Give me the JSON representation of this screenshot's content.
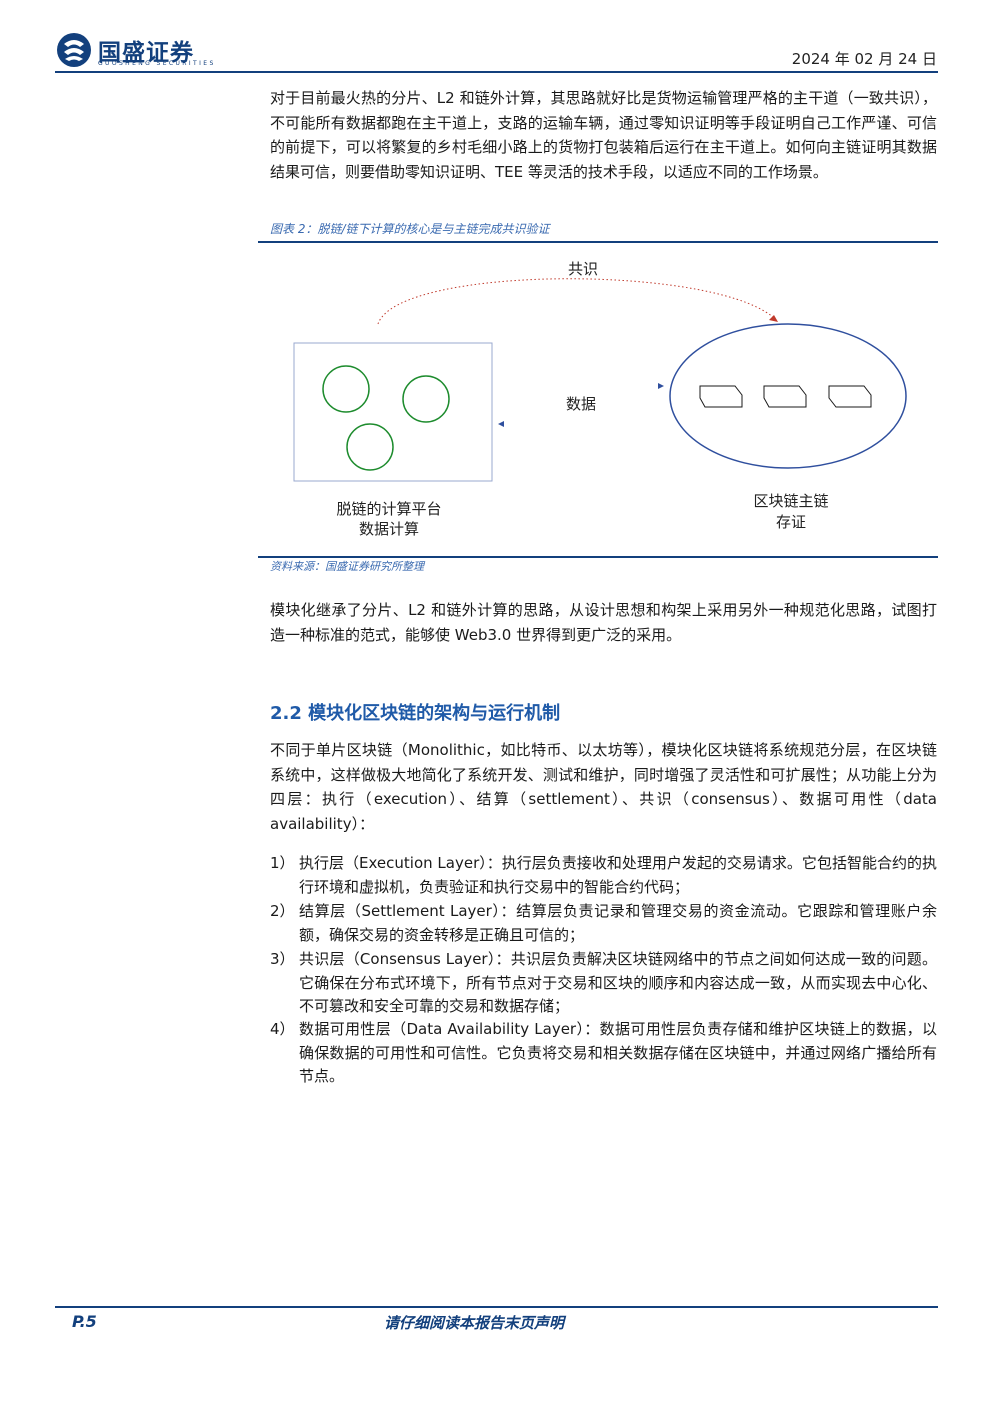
{
  "header": {
    "brand": "国盛证券",
    "brand_sub": "GUOSHENG SECURITIES",
    "date": "2024 年 02 月 24 日"
  },
  "intro_paragraph": "对于目前最火热的分片、L2 和链外计算，其思路就好比是货物运输管理严格的主干道（一致共识），不可能所有数据都跑在主干道上，支路的运输车辆，通过零知识证明等手段证明自己工作严谨、可信的前提下，可以将繁复的乡村毛细小路上的货物打包装箱后运行在主干道上。如何向主链证明其数据结果可信，则要借助零知识证明、TEE 等灵活的技术手段，以适应不同的工作场景。",
  "figure": {
    "caption": "图表 2：脱链/链下计算的核心是与主链完成共识验证",
    "label_consensus": "共识",
    "label_data": "数据",
    "left_label_line1": "脱链的计算平台",
    "left_label_line2": "数据计算",
    "right_label_line1": "区块链主链",
    "right_label_line2": "存证",
    "source": "资料来源：国盛证券研究所整理"
  },
  "paragraph_2": "模块化继承了分片、L2 和链外计算的思路，从设计思想和构架上采用另外一种规范化思路，试图打造一种标准的范式，能够使 Web3.0 世界得到更广泛的采用。",
  "section": {
    "title": "2.2 模块化区块链的架构与运行机制"
  },
  "paragraph_3": "不同于单片区块链（Monolithic，如比特币、以太坊等），模块化区块链将系统规范分层，在区块链系统中，这样做极大地简化了系统开发、测试和维护，同时增强了灵活性和可扩展性；从功能上分为四层：执行（execution）、结算（settlement）、共识（consensus）、数据可用性（data availability）：",
  "layers": [
    {
      "num": "1）",
      "text": "执行层（Execution Layer）：执行层负责接收和处理用户发起的交易请求。它包括智能合约的执行环境和虚拟机，负责验证和执行交易中的智能合约代码；"
    },
    {
      "num": "2）",
      "text": "结算层（Settlement Layer）：结算层负责记录和管理交易的资金流动。它跟踪和管理账户余额，确保交易的资金转移是正确且可信的；"
    },
    {
      "num": "3）",
      "text": "共识层（Consensus Layer）：共识层负责解决区块链网络中的节点之间如何达成一致的问题。它确保在分布式环境下，所有节点对于交易和区块的顺序和内容达成一致，从而实现去中心化、不可篡改和安全可靠的交易和数据存储；"
    },
    {
      "num": "4）",
      "text": "数据可用性层（Data Availability Layer）：数据可用性层负责存储和维护区块链上的数据，以确保数据的可用性和可信性。它负责将交易和相关数据存储在区块链中，并通过网络广播给所有节点。"
    }
  ],
  "footer": {
    "page": "P.5",
    "disclaimer": "请仔细阅读本报告末页声明"
  },
  "colors": {
    "brand_blue": "#13407d",
    "heading_blue": "#1f5aa8",
    "caption_blue": "#3a6ab0",
    "diagram_green": "#1e8c2e",
    "diagram_blue": "#2f4f9e",
    "diagram_red": "#c0392b"
  }
}
